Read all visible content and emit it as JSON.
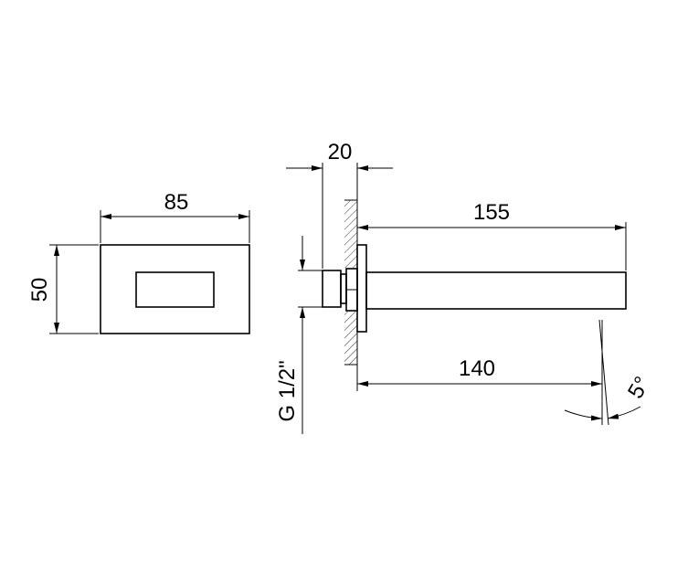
{
  "dimensions": {
    "width": "85",
    "height": "50",
    "depth": "20",
    "spout_length": "155",
    "projection": "140",
    "angle": "5°",
    "thread": "G 1/2\""
  },
  "colors": {
    "line": "#000000",
    "background": "#ffffff"
  }
}
